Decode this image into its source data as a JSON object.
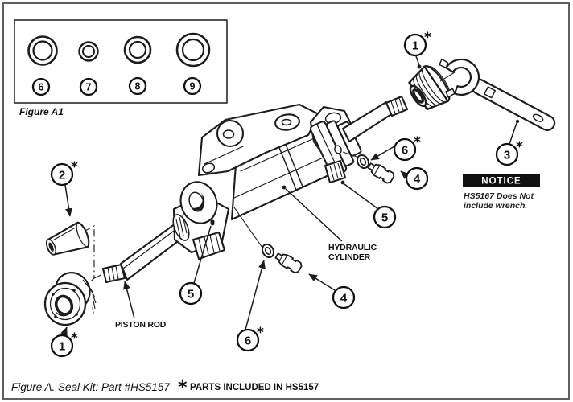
{
  "figure_inset": {
    "caption": "Figure A1",
    "seals": [
      {
        "number": "6"
      },
      {
        "number": "7"
      },
      {
        "number": "8"
      },
      {
        "number": "9"
      }
    ]
  },
  "callouts": {
    "gland_nut_top": {
      "number": "1",
      "star": "*"
    },
    "cone_bushing": {
      "number": "2",
      "star": "*"
    },
    "wrench": {
      "number": "3",
      "star": "*"
    },
    "fitting_right": {
      "number": "4",
      "star": ""
    },
    "gland_right": {
      "number": "5",
      "star": ""
    },
    "oring_right": {
      "number": "6",
      "star": "*"
    },
    "flanged_cap": {
      "number": "1",
      "star": "*"
    },
    "gland_left": {
      "number": "5",
      "star": ""
    },
    "oring_bottom": {
      "number": "6",
      "star": "*"
    },
    "fitting_bottom": {
      "number": "4",
      "star": ""
    }
  },
  "labels": {
    "piston_rod": "PISTON ROD",
    "hydraulic_cylinder_line1": "HYDRAULIC",
    "hydraulic_cylinder_line2": "CYLINDER"
  },
  "notice": {
    "title": "NOTICE",
    "body_line1": "HS5167 Does Not",
    "body_line2": "include wrench."
  },
  "caption": {
    "figure": "Figure A. Seal Kit: Part #HS5157",
    "star": "*",
    "note": "PARTS INCLUDED IN HS5157"
  },
  "colors": {
    "ink": "#1c1c1c",
    "notice_bg": "#111111",
    "paper": "#fefefe"
  }
}
